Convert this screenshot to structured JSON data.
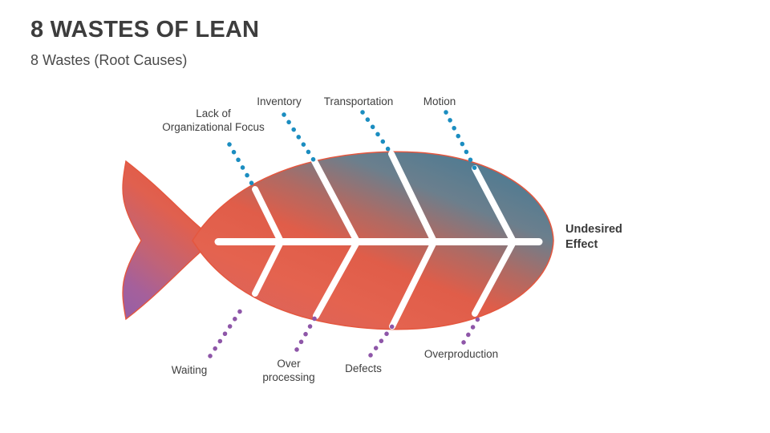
{
  "header": {
    "title": "8 WASTES OF LEAN",
    "subtitle": "8 Wastes (Root Causes)"
  },
  "diagram": {
    "type": "fishbone",
    "effect_label": "Undesired\nEffect",
    "top_causes": [
      {
        "id": "lack-of-organizational-focus",
        "label": "Lack of\nOrganizational Focus",
        "connector_color": "#1b8dc0"
      },
      {
        "id": "inventory",
        "label": "Inventory",
        "connector_color": "#1b8dc0"
      },
      {
        "id": "transportation",
        "label": "Transportation",
        "connector_color": "#1b8dc0"
      },
      {
        "id": "motion",
        "label": "Motion",
        "connector_color": "#1b8dc0"
      }
    ],
    "bottom_causes": [
      {
        "id": "waiting",
        "label": "Waiting",
        "connector_color": "#8e56a8"
      },
      {
        "id": "over-processing",
        "label": "Over\nprocessing",
        "connector_color": "#8e56a8"
      },
      {
        "id": "defects",
        "label": "Defects",
        "connector_color": "#8e56a8"
      },
      {
        "id": "overproduction",
        "label": "Overproduction",
        "connector_color": "#8e56a8"
      }
    ],
    "colors": {
      "background": "#ffffff",
      "body_teal": "#4f7f97",
      "body_orange": "#e25c48",
      "body_coral": "#e2685a",
      "body_purple": "#a0609b",
      "body_outline": "#e4573f",
      "bone_white": "#ffffff",
      "top_connector": "#1b8dc0",
      "bottom_connector": "#8e56a8",
      "text": "#3f3f3f",
      "title_text": "#3d3d3d"
    }
  }
}
